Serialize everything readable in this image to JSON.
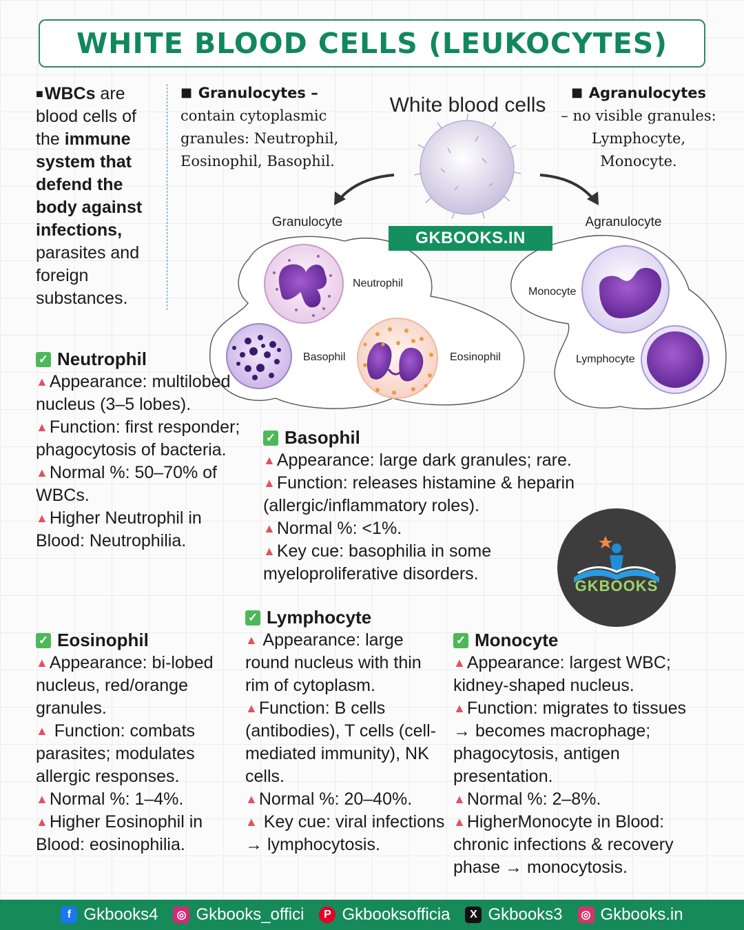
{
  "title": "WHITE BLOOD CELLS (LEUKOCYTES)",
  "intro": {
    "pre": "WBCs",
    "mid": " are blood cells of the ",
    "bold": "immune system that defend the body against infections,",
    "post": " parasites and foreign substances."
  },
  "granulocytes_note": {
    "head": "Granulocytes –",
    "body": "contain cytoplasmic granules: Neutrophil, Eosinophil, Basophil."
  },
  "agranulocytes_note": {
    "head": "Agranulocytes",
    "body": "– no visible granules: Lymphocyte, Monocyte."
  },
  "diagram": {
    "title": "White blood cells",
    "granulocyte_label": "Granulocyte",
    "agranulocyte_label": "Agranulocyte",
    "neutrophil": "Neutrophil",
    "basophil": "Basophil",
    "eosinophil": "Eosinophil",
    "monocyte": "Monocyte",
    "lymphocyte": "Lymphocyte",
    "watermark": "GKBOOKS.IN"
  },
  "neutrophil": {
    "title": "Neutrophil",
    "points": [
      "Appearance: multilobed nucleus (3–5 lobes).",
      "Function: first responder; phagocytosis of bacteria.",
      "Normal %: 50–70% of WBCs.",
      "Higher Neutrophil in Blood: Neutrophilia."
    ]
  },
  "basophil": {
    "title": "Basophil",
    "points": [
      "Appearance: large dark granules; rare.",
      "Function: releases histamine & heparin (allergic/inflammatory roles).",
      "Normal %: <1%.",
      "Key cue: basophilia in some myeloproliferative disorders."
    ]
  },
  "eosinophil": {
    "title": "Eosinophil",
    "points": [
      "Appearance: bi-lobed nucleus, red/orange granules.",
      " Function: combats parasites; modulates allergic responses.",
      "Normal %: 1–4%.",
      "Higher Eosinophil in Blood:  eosinophilia."
    ]
  },
  "lymphocyte": {
    "title": "Lymphocyte",
    "points": [
      " Appearance: large round nucleus with thin rim of cytoplasm.",
      "Function: B cells (antibodies), T cells (cell-mediated immunity), NK cells.",
      "Normal %: 20–40%.",
      " Key cue: viral infections → lymphocytosis."
    ]
  },
  "monocyte": {
    "title": "Monocyte",
    "points": [
      "Appearance: largest WBC; kidney-shaped nucleus.",
      "Function: migrates to tissues → becomes macrophage; phagocytosis, antigen presentation.",
      "Normal %: 2–8%.",
      "HigherMonocyte in Blood: chronic infections & recovery phase → monocytosis."
    ]
  },
  "logo_text": "GKBOOKS",
  "footer": [
    {
      "icon": "facebook-icon",
      "glyph": "f",
      "color": "#1877f2",
      "label": "Gkbooks4"
    },
    {
      "icon": "instagram-icon",
      "glyph": "◎",
      "color": "#d62976",
      "label": "Gkbooks_offici"
    },
    {
      "icon": "pinterest-icon",
      "glyph": "P",
      "color": "#e60023",
      "label": "Gkbooksofficia"
    },
    {
      "icon": "x-icon",
      "glyph": "X",
      "color": "#111111",
      "label": "Gkbooks3"
    },
    {
      "icon": "globe-icon",
      "glyph": "◎",
      "color": "#d6336c",
      "label": "Gkbooks.in"
    }
  ],
  "colors": {
    "brand_green": "#11875d",
    "footer_green": "#168a58",
    "bullet_red": "#e05262",
    "check_green": "#4cb85a"
  }
}
